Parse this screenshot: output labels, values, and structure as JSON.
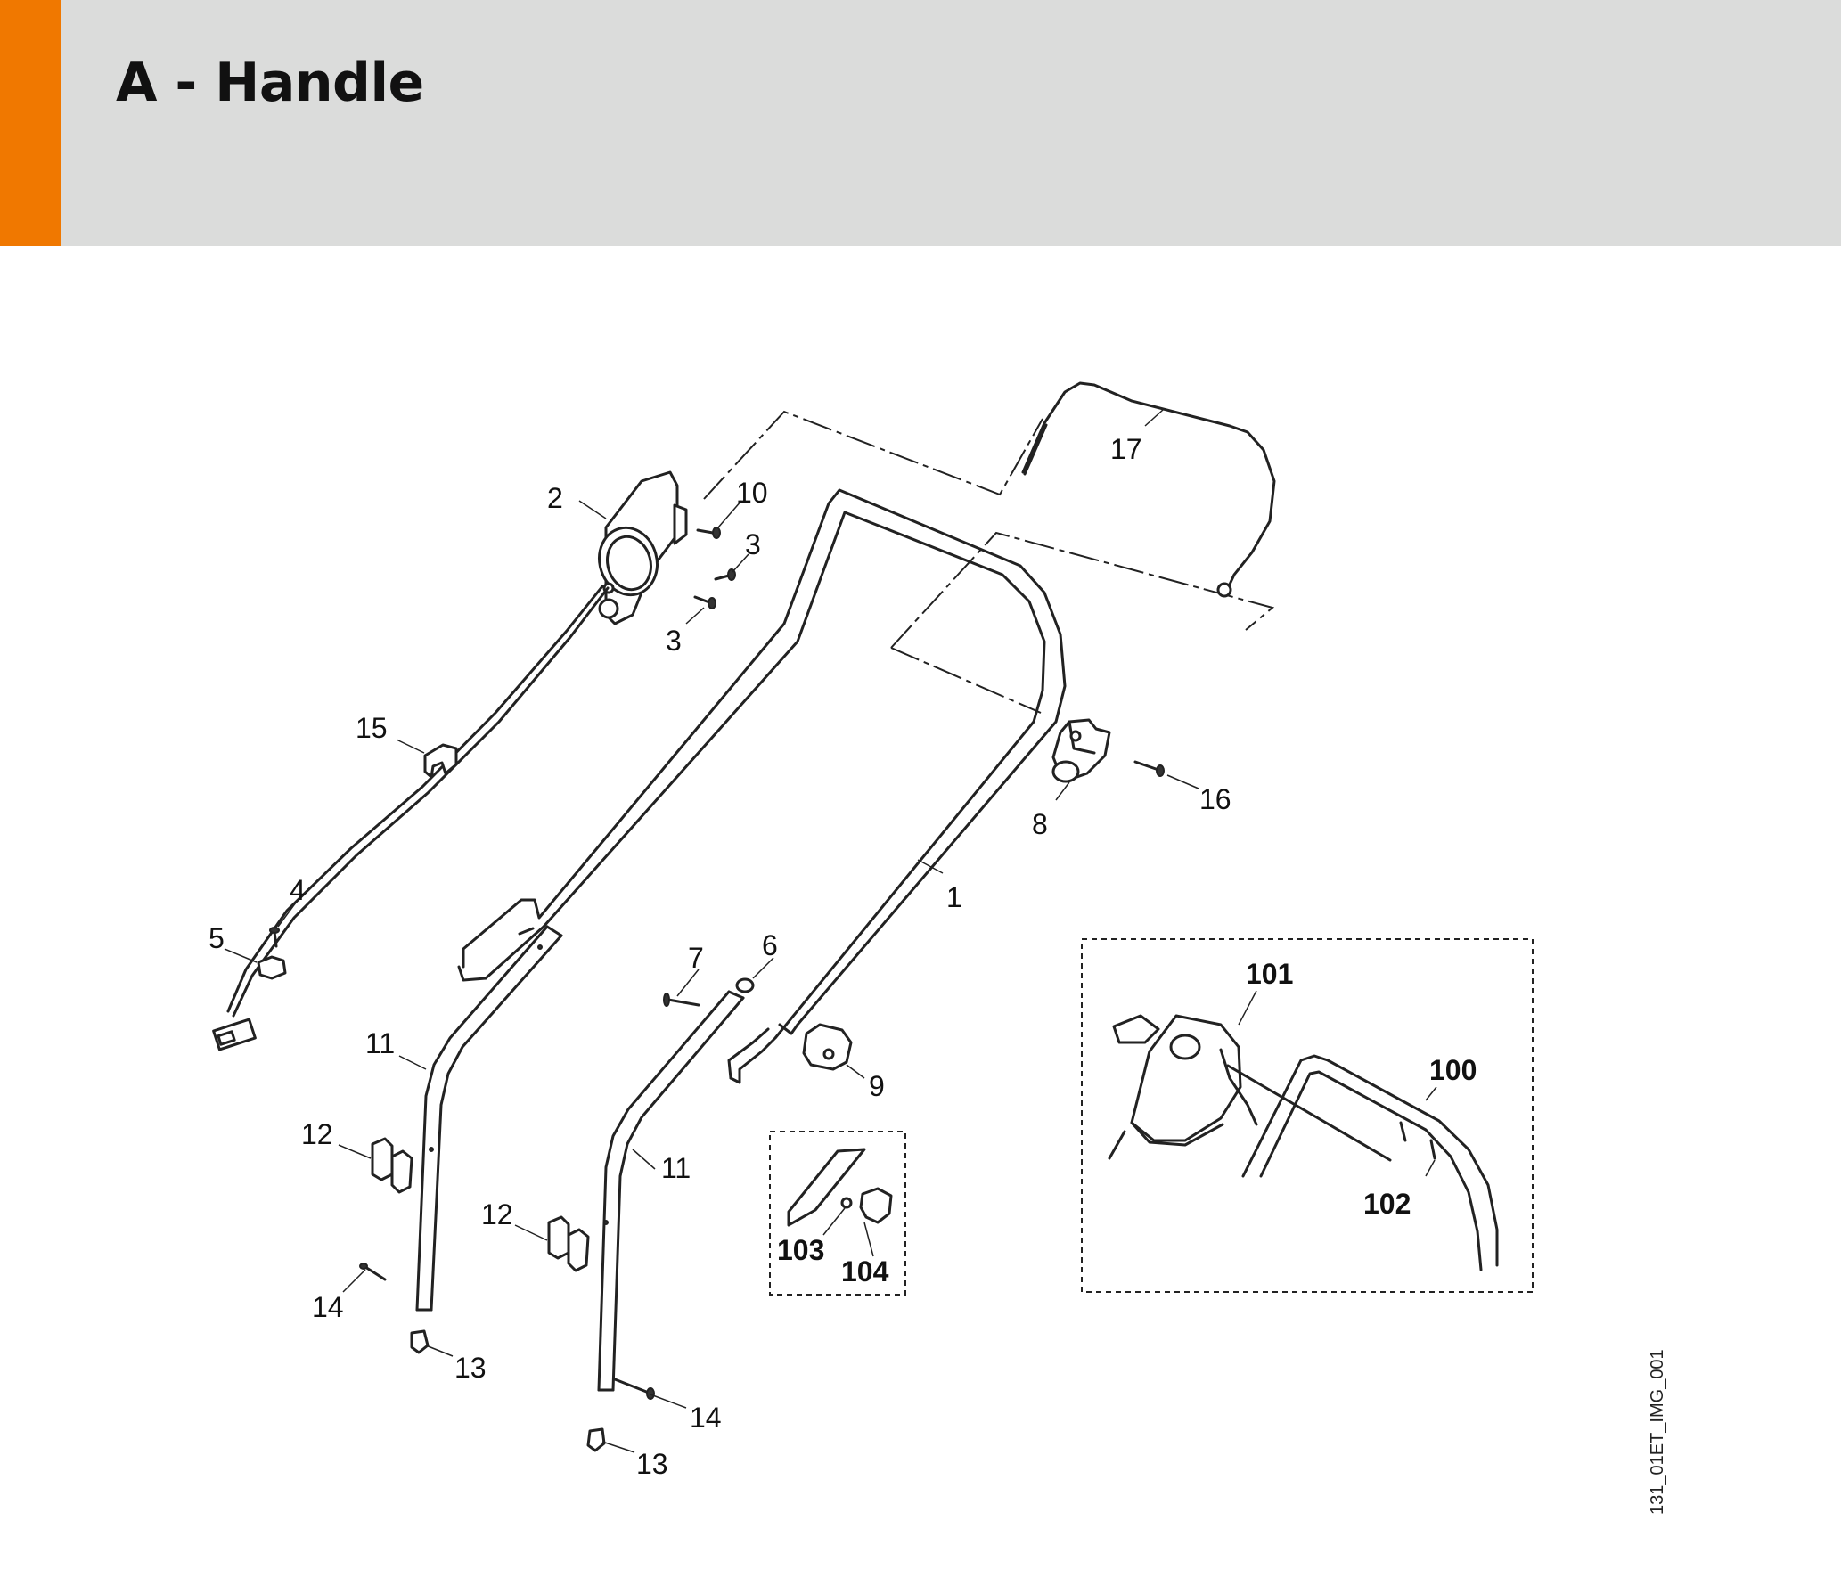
{
  "header": {
    "title": "A - Handle",
    "accent_color": "#f07800",
    "background_color": "#dbdcdb"
  },
  "diagram": {
    "reference_code": "131_01ET_IMG_001",
    "callouts": {
      "c1": "1",
      "c2": "2",
      "c3a": "3",
      "c3b": "3",
      "c4": "4",
      "c5": "5",
      "c6": "6",
      "c7": "7",
      "c8": "8",
      "c9": "9",
      "c10": "10",
      "c11a": "11",
      "c11b": "11",
      "c12a": "12",
      "c12b": "12",
      "c13a": "13",
      "c13b": "13",
      "c14a": "14",
      "c14b": "14",
      "c15": "15",
      "c16": "16",
      "c17": "17",
      "c100": "100",
      "c101": "101",
      "c102": "102",
      "c103": "103",
      "c104": "104"
    }
  }
}
